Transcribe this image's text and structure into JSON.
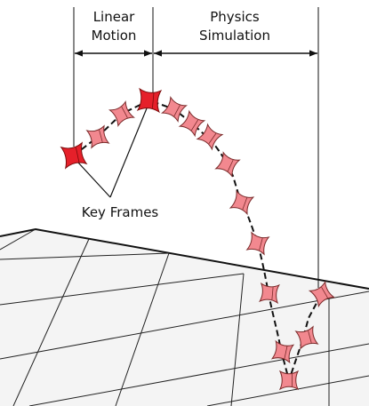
{
  "labels": {
    "linear_line1": "Linear",
    "linear_line2": "Motion",
    "physics_line1": "Physics",
    "physics_line2": "Simulation",
    "key_frames": "Key Frames"
  },
  "colors": {
    "key_frame_fill": "#e5202a",
    "key_frame_stroke": "#7a0a0a",
    "frame_fill": "#f2888f",
    "frame_stroke": "#7a2a2a",
    "trajectory": "#111111",
    "grid_line": "#222222",
    "floor_fill": "#f4f4f4"
  },
  "icons": {
    "frame_marker": "bent-square-icon",
    "key_frame_marker": "bent-square-icon"
  }
}
